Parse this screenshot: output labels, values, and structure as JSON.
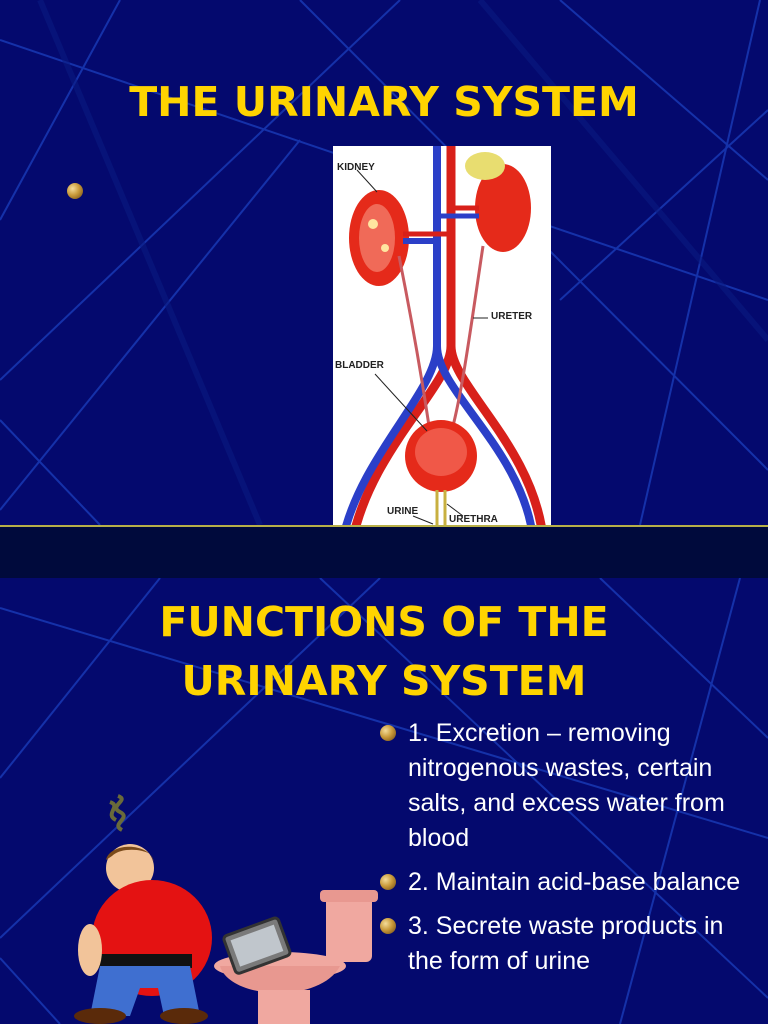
{
  "slide1": {
    "title": "THE URINARY SYSTEM",
    "figure": {
      "labels": {
        "kidney": "KIDNEY",
        "ureter": "URETER",
        "bladder": "BLADDER",
        "urine": "URINE",
        "urethra": "URETHRA"
      }
    }
  },
  "slide2": {
    "title_line1": "FUNCTIONS OF THE",
    "title_line2": "URINARY SYSTEM",
    "items": [
      {
        "text": "1.  Excretion – removing nitrogenous wastes, certain salts, and excess water from blood"
      },
      {
        "text": "2. Maintain acid-base balance"
      },
      {
        "text": "3. Secrete waste products in the form of urine"
      }
    ]
  },
  "colors": {
    "background": "#04096e",
    "title": "#ffd400",
    "body_text": "#ffffff",
    "bullet": "bronze-sphere"
  },
  "icons": [
    "bronze-bullet-icon",
    "stink-cloud-icon",
    "man-cartoon",
    "toilet-icon"
  ]
}
